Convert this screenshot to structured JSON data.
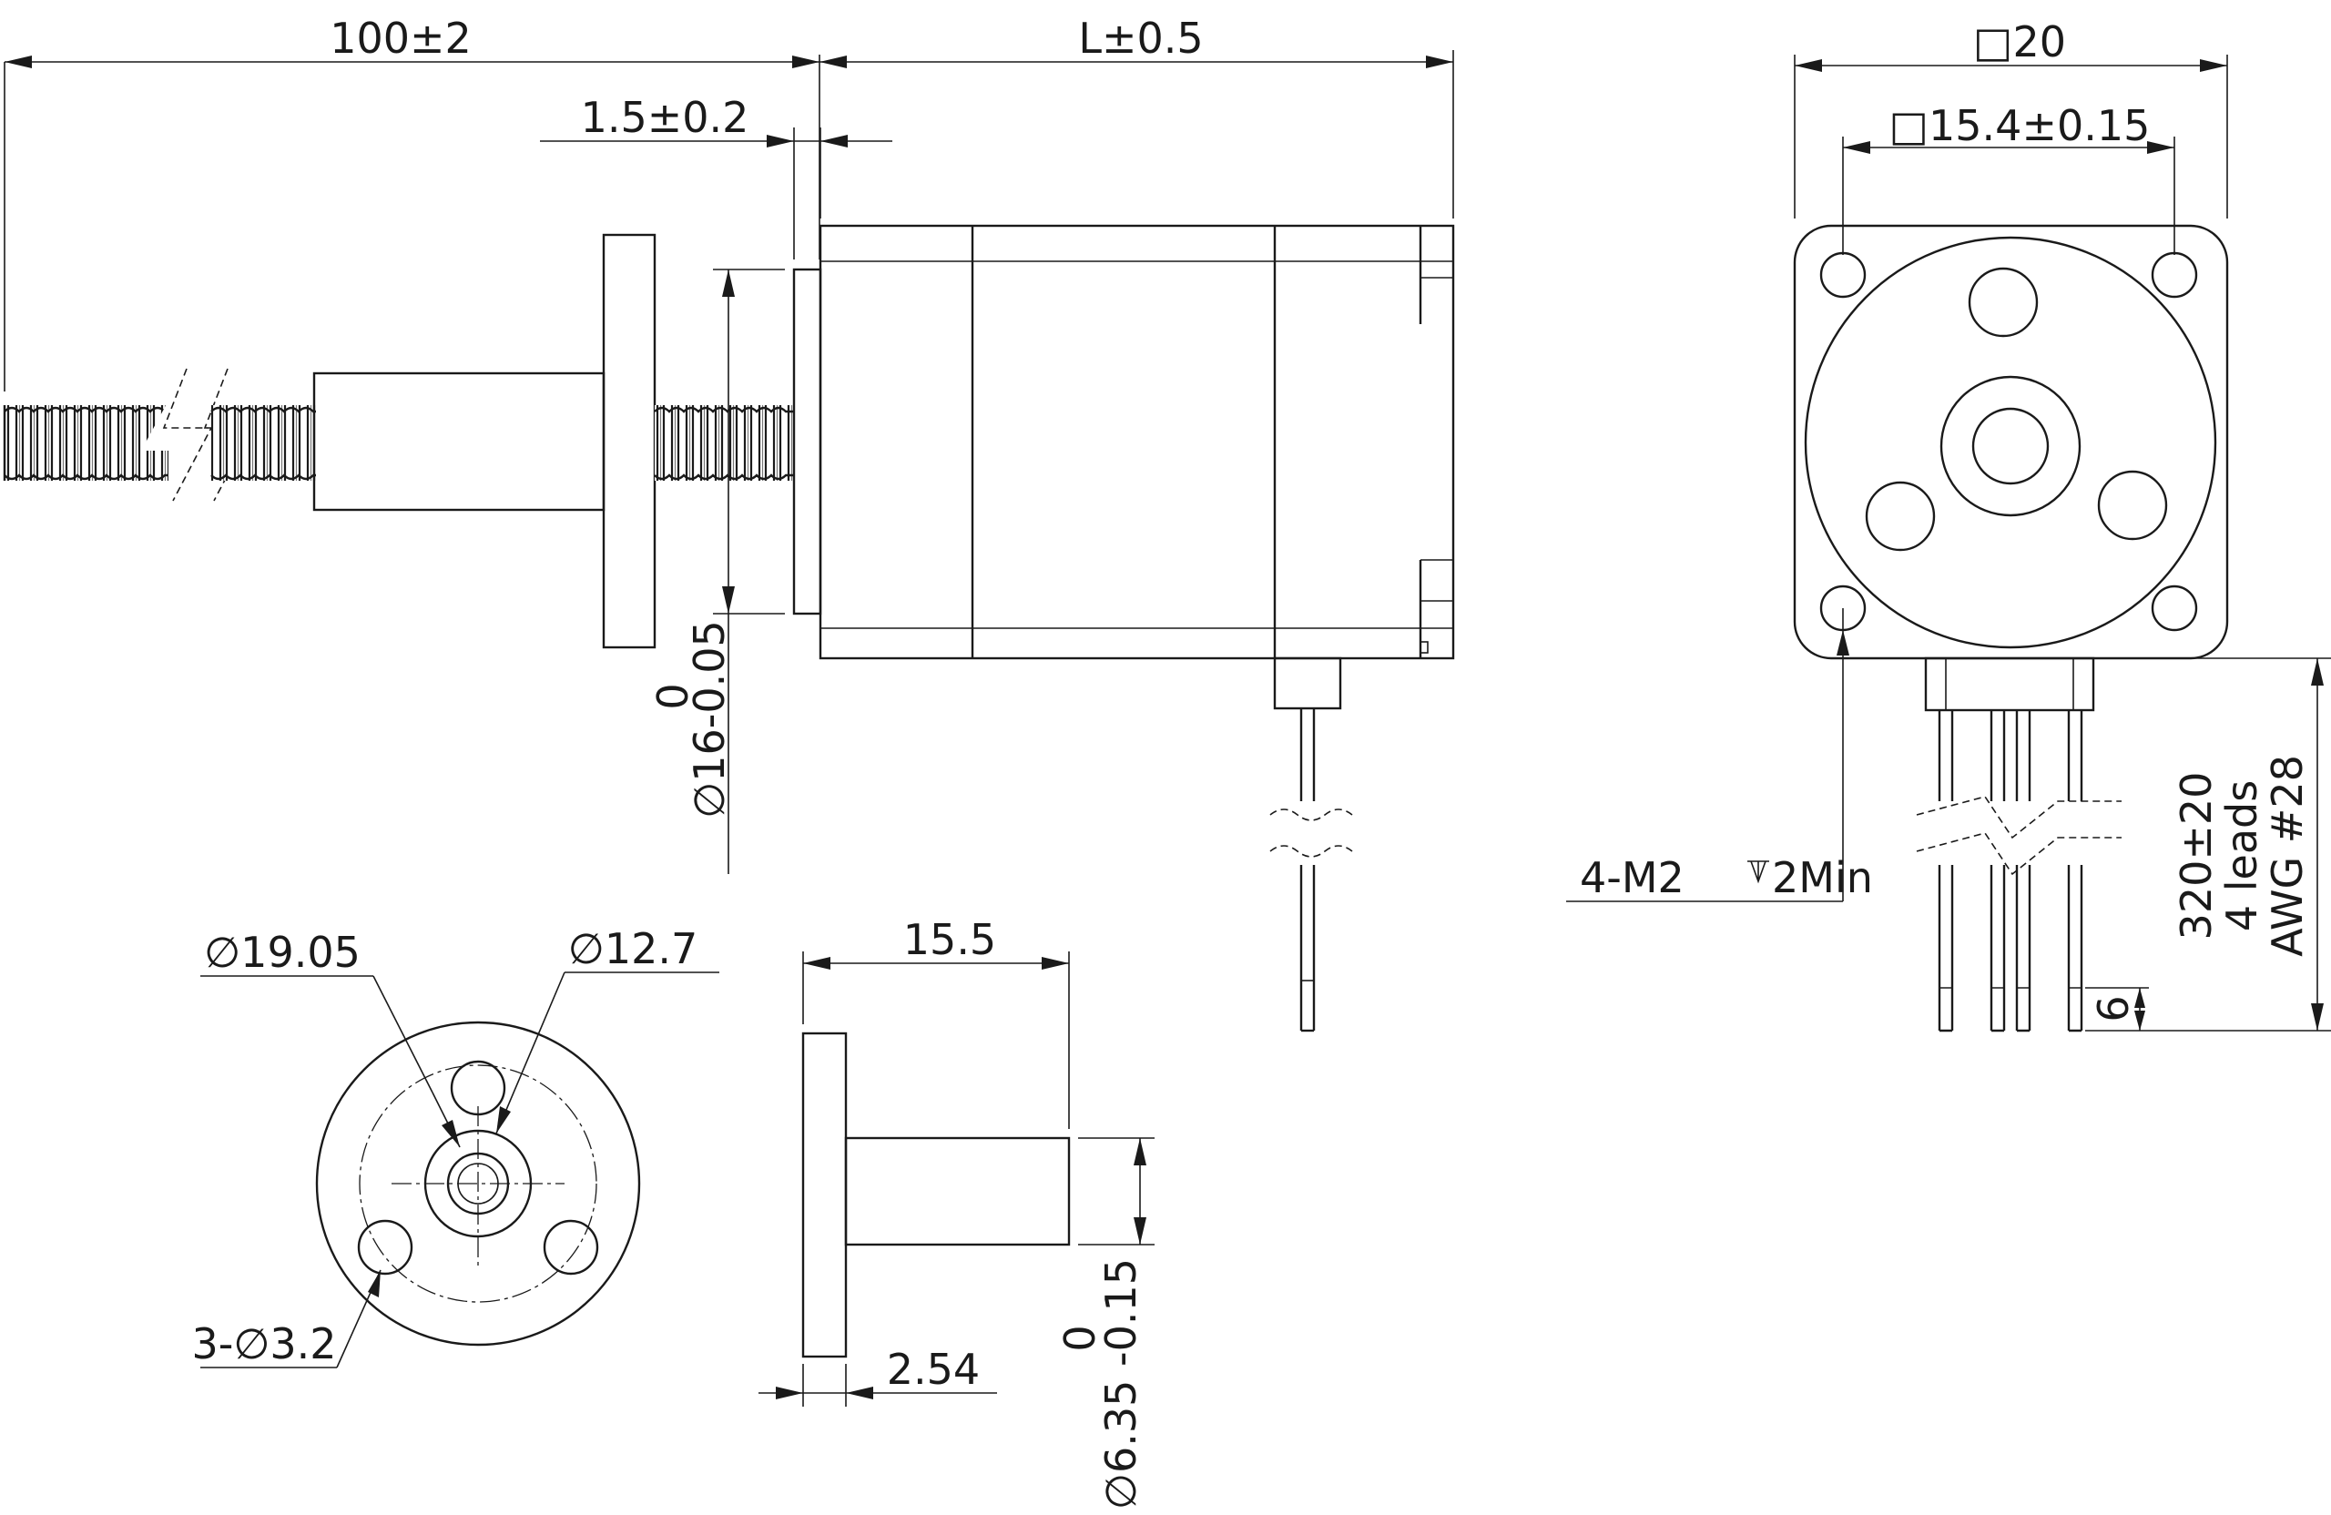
{
  "drawing": {
    "side_view": {
      "screw_length": "100±2",
      "motor_length": "L±0.5",
      "boss_height": "1.5±0.2",
      "boss_diameter_tol": "0",
      "boss_diameter": "∅16-0.05"
    },
    "end_view": {
      "frame_size": "□20",
      "hole_spacing": "□15.4±0.15",
      "mount_holes": "4-M2",
      "mount_depth": "2Min",
      "lead_length": "320±20",
      "lead_count": "4 leads",
      "lead_gauge": "AWG #28",
      "strip_length": "6"
    },
    "nut_front": {
      "flange_diameter": "∅19.05",
      "pitch_diameter": "∅12.7",
      "holes": "3-∅3.2"
    },
    "nut_side": {
      "nut_length": "15.5",
      "flange_thickness": "2.54",
      "body_diameter_tol": "0",
      "body_diameter": "∅6.35 -0.15"
    }
  }
}
